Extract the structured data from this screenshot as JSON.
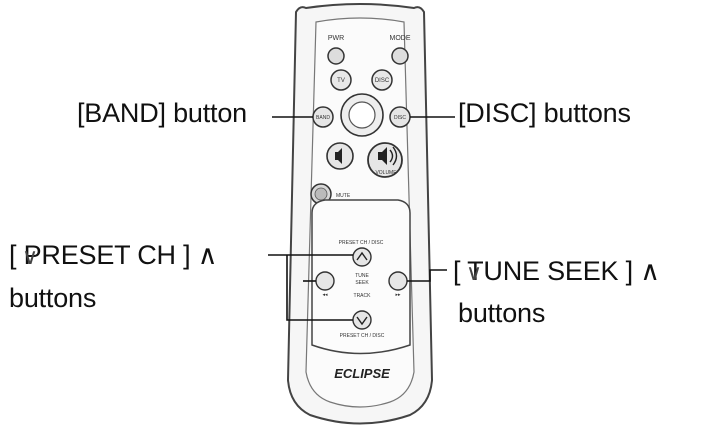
{
  "remote": {
    "power_label": "PWR",
    "mode_label": "MODE",
    "tv_label": "TV",
    "disc_top_label": "DISC",
    "band_btn_label": "BAND",
    "disc_btn_label": "DISC",
    "volume_label": "VOLUME",
    "mute_label": "MUTE",
    "preset_top_label": "PRESET CH / DISC",
    "tune_label": "TUNE\nSEEK",
    "tune_line1": "TUNE",
    "tune_line2": "SEEK",
    "track_label": "TRACK",
    "preset_bottom_label": "PRESET CH / DISC",
    "brand": "ECLIPSE"
  },
  "callouts": {
    "band": "[BAND] button",
    "disc": "[DISC] buttons",
    "preset_line1": "[ PRESET CH ] ∧",
    "preset_line2": "buttons",
    "tune_line1": "[ TUNE SEEK ] ∧",
    "tune_line2": "buttons",
    "down_glyph": "∨"
  }
}
